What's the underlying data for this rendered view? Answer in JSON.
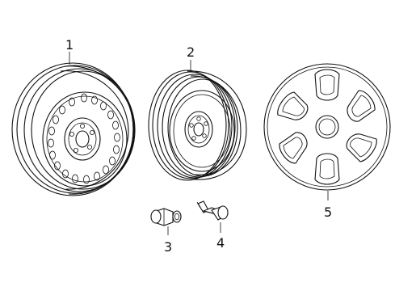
{
  "callouts": {
    "part1": "1",
    "part2": "2",
    "part3": "3",
    "part4": "4",
    "part5": "5"
  },
  "icons": {
    "part1": "steel-wheel-icon",
    "part2": "spare-wheel-icon",
    "part3": "lug-nut-icon",
    "part4": "tpms-valve-stem-icon",
    "part5": "wheel-cover-icon"
  }
}
